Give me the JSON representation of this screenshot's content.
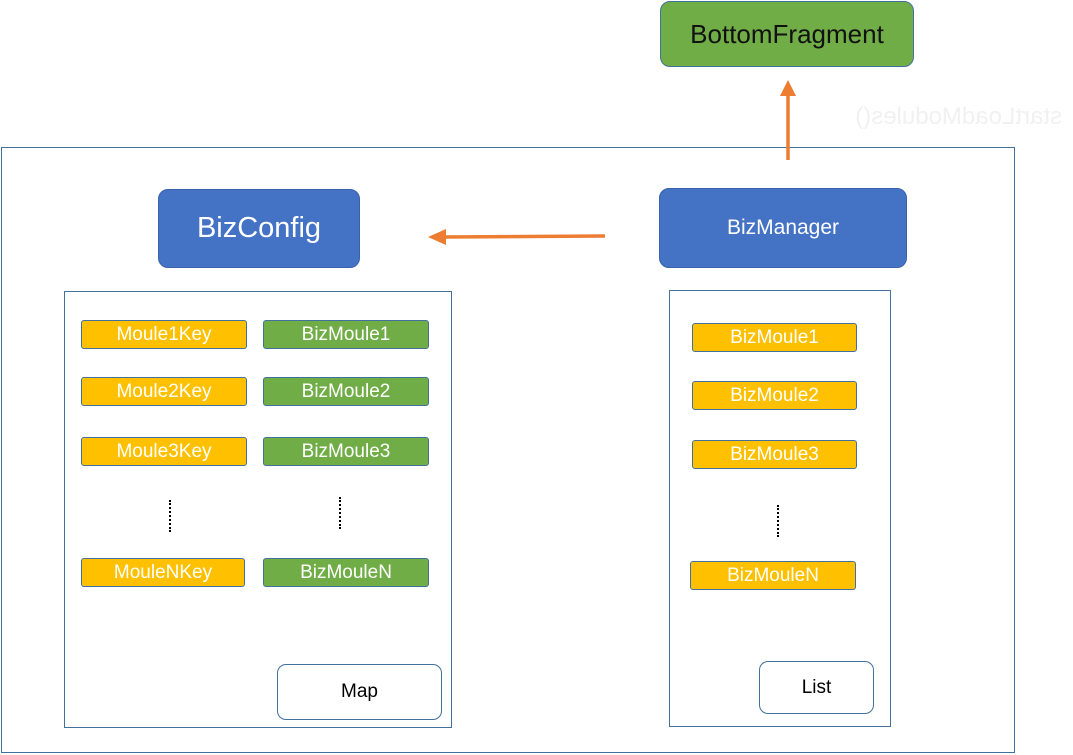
{
  "nodes": {
    "bottom_fragment": "BottomFragment",
    "biz_config": "BizConfig",
    "biz_manager": "BizManager"
  },
  "map_box": {
    "label": "Map",
    "keys": [
      "Moule1Key",
      "Moule2Key",
      "Moule3Key",
      "MouleNKey"
    ],
    "values": [
      "BizMoule1",
      "BizMoule2",
      "BizMoule3",
      "BizMouleN"
    ]
  },
  "list_box": {
    "label": "List",
    "items": [
      "BizMoule1",
      "BizMoule2",
      "BizMoule3",
      "BizMouleN"
    ]
  },
  "faint_text": "startLoadModules()",
  "colors": {
    "node_blue": "#4472c4",
    "node_green": "#70ad47",
    "pill_yellow": "#ffc000",
    "border_blue": "#41719c",
    "arrow_orange": "#ed7d31"
  }
}
